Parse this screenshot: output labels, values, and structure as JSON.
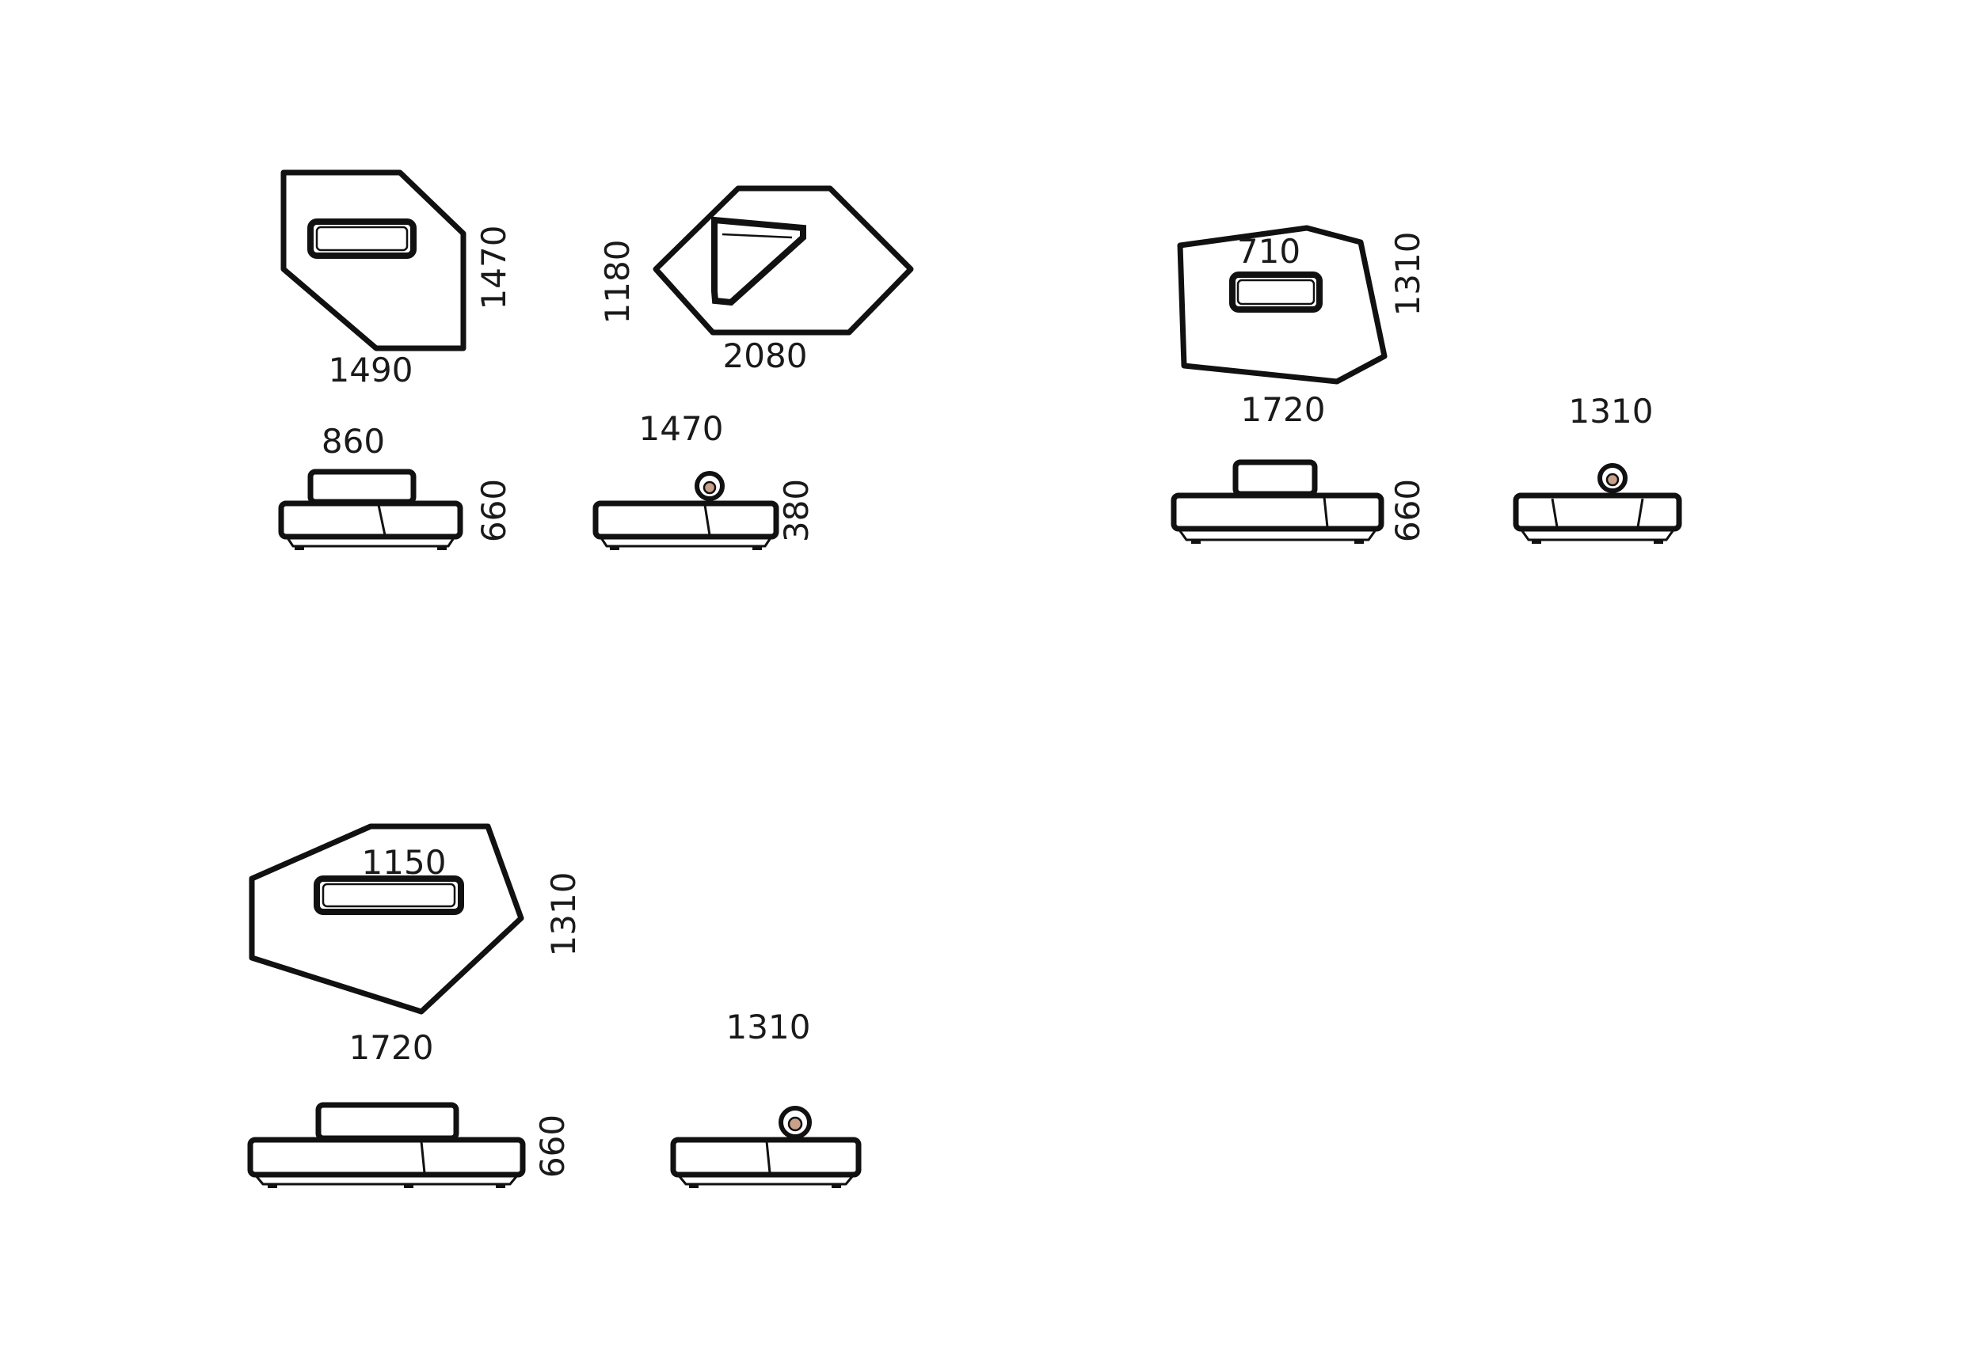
{
  "modules": [
    {
      "id": "module-a",
      "plan": {
        "width_label": "1490",
        "depth_label": "1470"
      },
      "front": {
        "width_label": "860",
        "height_label": "660"
      },
      "side": {
        "width_label": "1470",
        "height_label": "380"
      }
    },
    {
      "id": "module-b",
      "plan": {
        "width_label": "2080",
        "depth_label": "1180"
      }
    },
    {
      "id": "module-c",
      "plan": {
        "inner_label": "710",
        "depth_label": "1310"
      },
      "front": {
        "width_label": "1720",
        "height_label": "660"
      },
      "side": {
        "width_label": "1310"
      }
    },
    {
      "id": "module-d",
      "plan": {
        "inner_label": "1150",
        "depth_label": "1310"
      },
      "front": {
        "width_label": "1720",
        "height_label": "660"
      },
      "side": {
        "width_label": "1310"
      }
    }
  ]
}
